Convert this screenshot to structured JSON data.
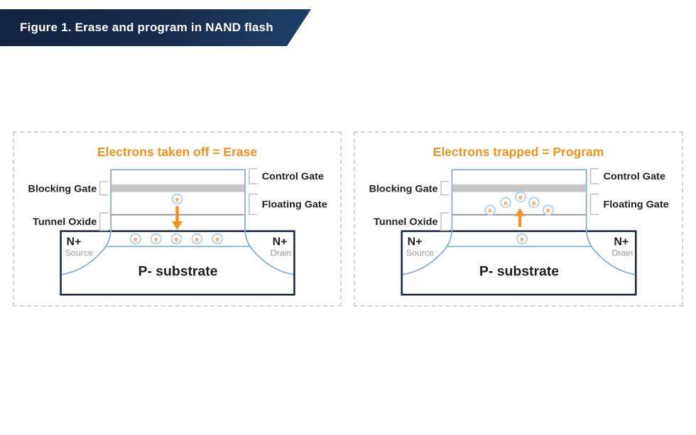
{
  "banner": {
    "title": "Figure 1. Erase and program in NAND flash"
  },
  "panels": [
    {
      "id": "erase",
      "title": "Electrons taken off = Erase",
      "labels": {
        "blocking_gate": "Blocking Gate",
        "tunnel_oxide": "Tunnel Oxide",
        "control_gate": "Control Gate",
        "floating_gate": "Floating Gate"
      },
      "substrate": {
        "source_type": "N+",
        "source_label": "Source",
        "drain_type": "N+",
        "drain_label": "Drain",
        "body_label": "P- substrate"
      },
      "electron_symbol": "e",
      "channel_electron_count": 5,
      "floating_gate_electron_count": 1,
      "arrow_direction": "down"
    },
    {
      "id": "program",
      "title": "Electrons trapped = Program",
      "labels": {
        "blocking_gate": "Blocking Gate",
        "tunnel_oxide": "Tunnel Oxide",
        "control_gate": "Control Gate",
        "floating_gate": "Floating Gate"
      },
      "substrate": {
        "source_type": "N+",
        "source_label": "Source",
        "drain_type": "N+",
        "drain_label": "Drain",
        "body_label": "P- substrate"
      },
      "electron_symbol": "e",
      "channel_electron_count": 1,
      "floating_gate_electron_count": 5,
      "arrow_direction": "up"
    }
  ],
  "colors": {
    "accent_orange": "#f5921f",
    "device_outline_blue": "#7faee3",
    "electron_ring_blue": "#a9c9ec",
    "blocking_layer_gray": "#c6c6c6",
    "oxide_line_gray": "#8a8a8a",
    "substrate_border_navy": "#1c2b46",
    "banner_navy_start": "#13233e",
    "banner_navy_end": "#204069",
    "banner_text": "#ffffff",
    "label_dark": "#1f1f1f",
    "label_gray": "#9a9a9a",
    "panel_dash_gray": "#d4d4d4"
  }
}
